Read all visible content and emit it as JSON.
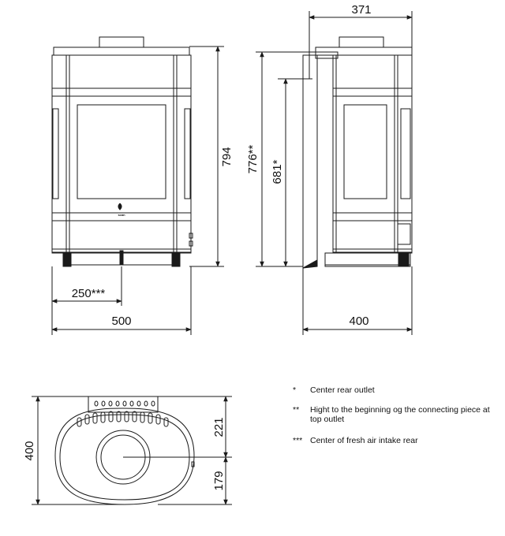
{
  "dimensions": {
    "front_width": "500",
    "front_height": "794",
    "air_intake_offset": "250***",
    "side_depth_top": "371",
    "side_depth_bottom": "400",
    "top_outlet_height": "776**",
    "rear_outlet_height": "681*",
    "plan_depth": "400",
    "plan_front_section": "221",
    "plan_rear_section": "179"
  },
  "logo_text": "scan",
  "legend": [
    {
      "mark": "*",
      "text": "Center rear outlet"
    },
    {
      "mark": "**",
      "text": "Hight to the beginning og the connecting piece at top outlet"
    },
    {
      "mark": "***",
      "text": "Center of fresh air intake rear"
    }
  ],
  "colors": {
    "line": "#1a1a1a",
    "background": "#ffffff"
  }
}
